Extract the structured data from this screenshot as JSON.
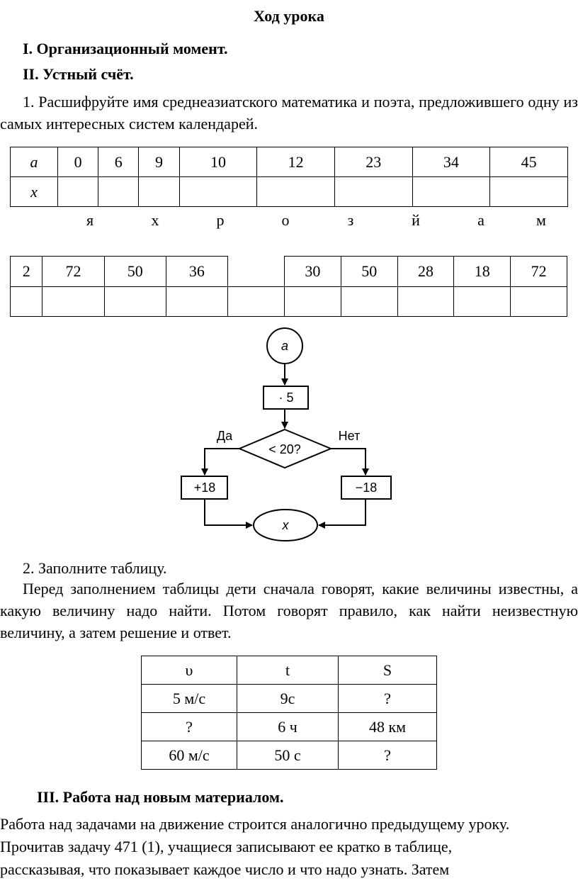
{
  "title": "Ход урока",
  "section1": "I. Организационный момент.",
  "section2": "II. Устный счёт.",
  "task1": {
    "text": "1. Расшифруйте имя среднеазиатского математика и поэта, предложившего одну из самых интересных систем календарей.",
    "table_a_header": "a",
    "table_x_header": "x",
    "a_values": [
      "0",
      "6",
      "9",
      "10",
      "12",
      "23",
      "34",
      "45"
    ],
    "letters": [
      "я",
      "х",
      "р",
      "о",
      "з",
      "й",
      "а",
      "м"
    ],
    "answer_row_left": [
      "2",
      "72",
      "50",
      "36"
    ],
    "answer_row_right": [
      "30",
      "50",
      "28",
      "18",
      "72"
    ]
  },
  "flowchart": {
    "start": "a",
    "multiply": "· 5",
    "condition": "< 20?",
    "yes": "Да",
    "no": "Нет",
    "yes_op": "+18",
    "no_op": "−18",
    "end": "x"
  },
  "task2": {
    "heading": "2. Заполните таблицу.",
    "text": "Перед заполнением таблицы дети сначала говорят, какие величины известны, а какую величину надо найти. Потом говорят правило, как найти неизвестную величину, а затем решение и ответ.",
    "table": {
      "headers": [
        "υ",
        "t",
        "S"
      ],
      "rows": [
        [
          "5 м/с",
          "9с",
          "?"
        ],
        [
          "?",
          "6 ч",
          "48 км"
        ],
        [
          "60 м/с",
          "50 с",
          "?"
        ]
      ]
    }
  },
  "section3": "III. Работа над новым материалом.",
  "section3_lines": [
    "Работа над задачами на движение строится аналогично предыдущему уроку.",
    "Прочитав задачу 471 (1), учащиеся записывают ее кратко в таблице,",
    "рассказывая, что показывает каждое число и что надо узнать. Затем"
  ]
}
